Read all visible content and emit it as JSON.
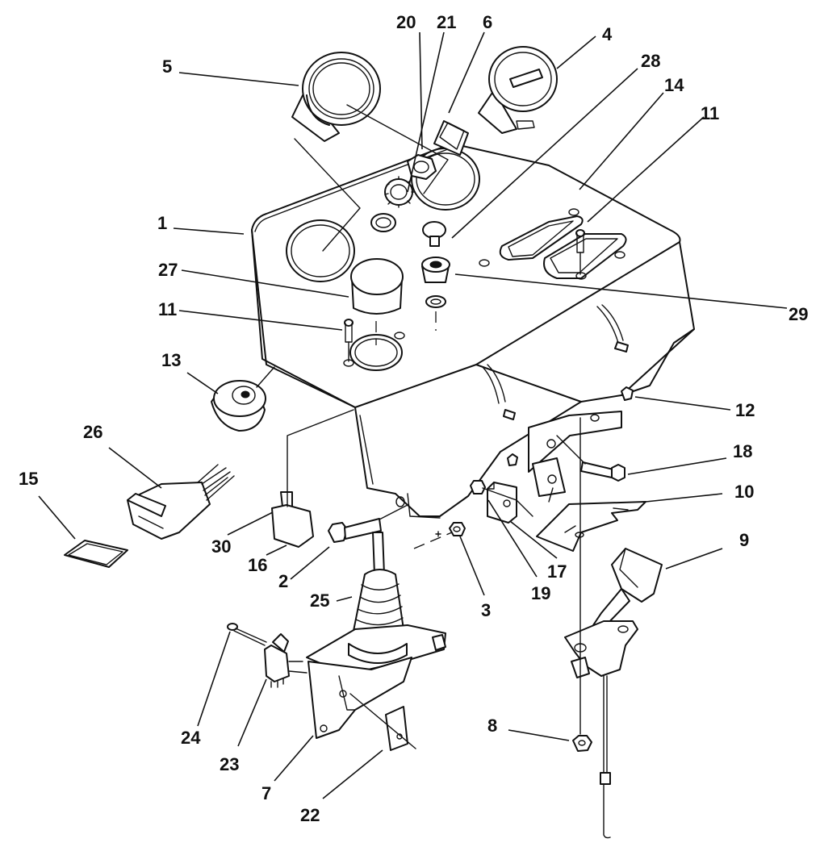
{
  "callouts": [
    {
      "id": "c1",
      "label": "1"
    },
    {
      "id": "c2",
      "label": "2"
    },
    {
      "id": "c3",
      "label": "3"
    },
    {
      "id": "c4",
      "label": "4"
    },
    {
      "id": "c5",
      "label": "5"
    },
    {
      "id": "c6",
      "label": "6"
    },
    {
      "id": "c7",
      "label": "7"
    },
    {
      "id": "c8",
      "label": "8"
    },
    {
      "id": "c9",
      "label": "9"
    },
    {
      "id": "c10",
      "label": "10"
    },
    {
      "id": "c11a",
      "label": "11"
    },
    {
      "id": "c11b",
      "label": "11"
    },
    {
      "id": "c12",
      "label": "12"
    },
    {
      "id": "c13",
      "label": "13"
    },
    {
      "id": "c14",
      "label": "14"
    },
    {
      "id": "c15",
      "label": "15"
    },
    {
      "id": "c16",
      "label": "16"
    },
    {
      "id": "c17",
      "label": "17"
    },
    {
      "id": "c18",
      "label": "18"
    },
    {
      "id": "c19",
      "label": "19"
    },
    {
      "id": "c20",
      "label": "20"
    },
    {
      "id": "c21",
      "label": "21"
    },
    {
      "id": "c22",
      "label": "22"
    },
    {
      "id": "c23",
      "label": "23"
    },
    {
      "id": "c24",
      "label": "24"
    },
    {
      "id": "c25",
      "label": "25"
    },
    {
      "id": "c26",
      "label": "26"
    },
    {
      "id": "c27",
      "label": "27"
    },
    {
      "id": "c28",
      "label": "28"
    },
    {
      "id": "c29",
      "label": "29"
    },
    {
      "id": "c30",
      "label": "30"
    }
  ]
}
